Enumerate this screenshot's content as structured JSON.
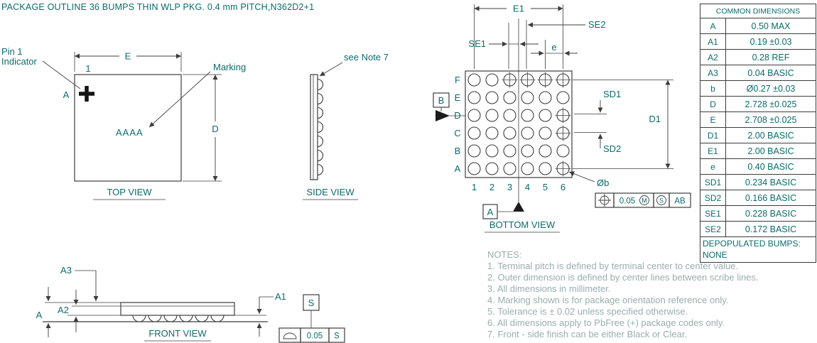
{
  "title": "PACKAGE OUTLINE 36 BUMPS THIN WLP PKG. 0.4 mm PITCH,N362D2+1",
  "colors": {
    "label_teal": "#0c6b6b",
    "line": "#3c3c3c",
    "notes_gray": "#9aadad"
  },
  "top_view": {
    "caption": "TOP VIEW",
    "pin1_line1": "Pin 1",
    "pin1_line2": "Indicator",
    "corner_mark": "A",
    "index_label": "1",
    "dim_e_label": "E",
    "dim_d_label": "D",
    "marking_label": "Marking",
    "marking_text": "AAAA"
  },
  "side_view": {
    "caption": "SIDE VIEW",
    "note_callout": "see Note 7"
  },
  "bottom_view": {
    "caption": "BOTTOM VIEW",
    "dim_e1_label": "E1",
    "dim_se1_label": "SE1",
    "dim_se2_label": "SE2",
    "dim_e_label": "e",
    "dim_sd1_label": "SD1",
    "dim_sd2_label": "SD2",
    "dim_d1_label": "D1",
    "dim_b_label": "Øb",
    "datum_a_label": "A",
    "datum_b_label": "B",
    "row_labels": [
      "F",
      "E",
      "D",
      "C",
      "B",
      "A"
    ],
    "col_labels": [
      "1",
      "2",
      "3",
      "4",
      "5",
      "6"
    ],
    "crossed_bumps": [
      "F3",
      "F4",
      "F5",
      "F6",
      "D6",
      "C6",
      "A6"
    ],
    "fcf": {
      "tolerance": "0.05",
      "tol_modifier": "M",
      "datum_modifier": "S",
      "datum_refs": "AB"
    }
  },
  "front_view": {
    "caption": "FRONT VIEW",
    "dim_a_label": "A",
    "dim_a1_label": "A1",
    "dim_a2_label": "A2",
    "dim_a3_label": "A3",
    "datum_s_label": "S",
    "flatness": {
      "tolerance": "0.05",
      "datum": "S"
    }
  },
  "dim_table": {
    "header": "COMMON DIMENSIONS",
    "rows": [
      [
        "A",
        "0.50 MAX"
      ],
      [
        "A1",
        "0.19 ±0.03"
      ],
      [
        "A2",
        "0.28 REF"
      ],
      [
        "A3",
        "0.04 BASIC"
      ],
      [
        "b",
        "Ø0.27 ±0.03"
      ],
      [
        "D",
        "2.728 ±0.025"
      ],
      [
        "E",
        "2.708 ±0.025"
      ],
      [
        "D1",
        "2.00 BASIC"
      ],
      [
        "E1",
        "2.00 BASIC"
      ],
      [
        "e",
        "0.40 BASIC"
      ],
      [
        "SD1",
        "0.234 BASIC"
      ],
      [
        "SD2",
        "0.166 BASIC"
      ],
      [
        "SE1",
        "0.228 BASIC"
      ],
      [
        "SE2",
        "0.172 BASIC"
      ]
    ],
    "footer_line1": "DEPOPULATED BUMPS:",
    "footer_line2": "NONE"
  },
  "notes": {
    "title": "NOTES:",
    "items": [
      "1. Terminal pitch is defined by terminal center to center value.",
      "2. Outer dimension is defined by center lines between scribe lines.",
      "3. All dimensions in millimeter.",
      "4. Marking shown is for package orientation reference only.",
      "5. Tolerance is ± 0.02 unless specified otherwise.",
      "6. All dimensions apply to PbFree (+) package codes only.",
      "7. Front - side finish can be either Black or Clear."
    ]
  }
}
